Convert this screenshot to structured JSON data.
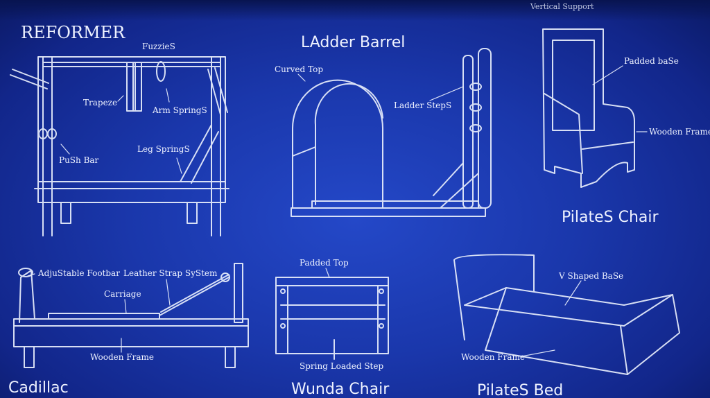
{
  "titles": {
    "reformer": "REFORMER",
    "ladder_barrel": "LAdder Barrel",
    "pilates_chair": "PilateS Chair",
    "cadillac": "Cadillac",
    "wunda_chair": "Wunda Chair",
    "pilates_bed": "PilateS Bed"
  },
  "labels": {
    "fuzzies": "FuzzieS",
    "trapeze": "Trapeze",
    "arm_springs": "Arm SpringS",
    "push_bar": "PuSh Bar",
    "leg_springs": "Leg SpringS",
    "curved_top": "Curved Top",
    "ladder_steps": "Ladder StepS",
    "vertical_support": "Vertical Support",
    "padded_base": "Padded baSe",
    "wooden_frame_chair": "Wooden Frame",
    "adjustable_footbar": "AdjuStable Footbar",
    "leather_strap": "Leather Strap SyStem",
    "carriage": "Carriage",
    "wooden_frame_cadillac": "Wooden Frame",
    "padded_top": "Padded Top",
    "spring_loaded_step": "Spring Loaded Step",
    "v_shaped_base": "V Shaped BaSe",
    "wooden_frame_bed": "Wooden Frame"
  },
  "colors": {
    "background": "#1a37ab",
    "ink": "#e8eefc"
  }
}
